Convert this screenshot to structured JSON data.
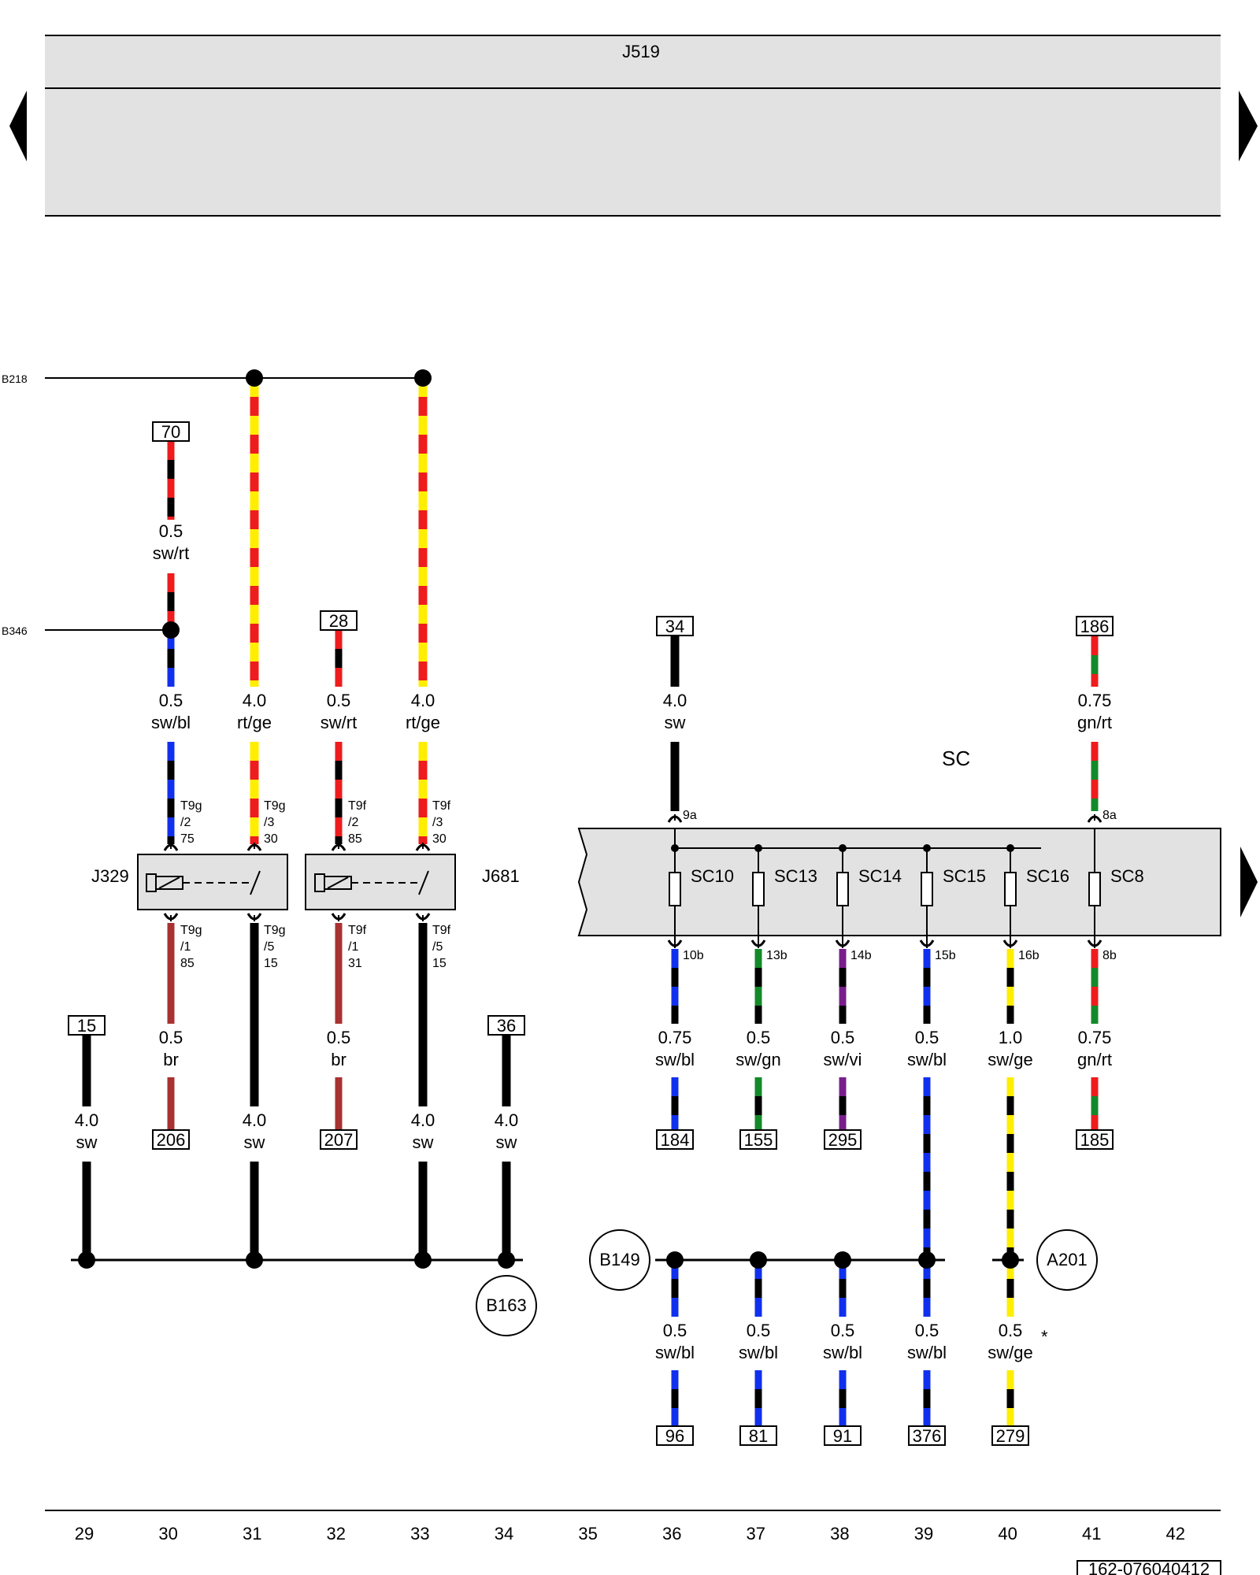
{
  "header": {
    "unit_label": "J519"
  },
  "left_refs": [
    "B218",
    "B346"
  ],
  "relays": [
    {
      "id": "J329",
      "top_pins": [
        {
          "pin": "T9g",
          "sub": "/2",
          "term": "75"
        },
        {
          "pin": "T9g",
          "sub": "/3",
          "term": "30"
        }
      ],
      "bottom_pins": [
        {
          "pin": "T9g",
          "sub": "/1",
          "term": "85"
        },
        {
          "pin": "T9g",
          "sub": "/5",
          "term": "15"
        }
      ]
    },
    {
      "id": "J681",
      "top_pins": [
        {
          "pin": "T9f",
          "sub": "/2",
          "term": "85"
        },
        {
          "pin": "T9f",
          "sub": "/3",
          "term": "30"
        }
      ],
      "bottom_pins": [
        {
          "pin": "T9f",
          "sub": "/1",
          "term": "31"
        },
        {
          "pin": "T9f",
          "sub": "/5",
          "term": "15"
        }
      ]
    }
  ],
  "fuse_box": {
    "label": "SC",
    "fuses": [
      "SC10",
      "SC13",
      "SC14",
      "SC15",
      "SC16",
      "SC8"
    ],
    "top_pins": [
      "9a",
      "8a"
    ],
    "bottom_pins": [
      "10b",
      "13b",
      "14b",
      "15b",
      "16b",
      "8b"
    ]
  },
  "boxes": [
    "70",
    "28",
    "34",
    "186",
    "15",
    "206",
    "207",
    "36",
    "184",
    "155",
    "295",
    "185",
    "96",
    "81",
    "91",
    "376",
    "279"
  ],
  "wire_labels": [
    {
      "size": "0.5",
      "color": "sw/rt"
    },
    {
      "size": "0.5",
      "color": "sw/bl"
    },
    {
      "size": "4.0",
      "color": "rt/ge"
    },
    {
      "size": "0.5",
      "color": "sw/rt"
    },
    {
      "size": "4.0",
      "color": "rt/ge"
    },
    {
      "size": "4.0",
      "color": "sw"
    },
    {
      "size": "0.75",
      "color": "gn/rt"
    },
    {
      "size": "0.5",
      "color": "br"
    },
    {
      "size": "0.5",
      "color": "br"
    },
    {
      "size": "4.0",
      "color": "sw"
    },
    {
      "size": "4.0",
      "color": "sw"
    },
    {
      "size": "4.0",
      "color": "sw"
    },
    {
      "size": "4.0",
      "color": "sw"
    },
    {
      "size": "0.75",
      "color": "sw/bl"
    },
    {
      "size": "0.5",
      "color": "sw/gn"
    },
    {
      "size": "0.5",
      "color": "sw/vi"
    },
    {
      "size": "0.5",
      "color": "sw/bl"
    },
    {
      "size": "1.0",
      "color": "sw/ge"
    },
    {
      "size": "0.75",
      "color": "gn/rt"
    },
    {
      "size": "0.5",
      "color": "sw/bl"
    },
    {
      "size": "0.5",
      "color": "sw/bl"
    },
    {
      "size": "0.5",
      "color": "sw/bl"
    },
    {
      "size": "0.5",
      "color": "sw/bl"
    },
    {
      "size": "0.5",
      "color": "sw/ge"
    }
  ],
  "ground_points": [
    "B163",
    "B149",
    "A201"
  ],
  "asterisk": "*",
  "grid_numbers": [
    "29",
    "30",
    "31",
    "32",
    "33",
    "34",
    "35",
    "36",
    "37",
    "38",
    "39",
    "40",
    "41",
    "42"
  ],
  "doc_number": "162-076040412",
  "wire_colors": {
    "sw": "#000000",
    "rt": "#ee1c1c",
    "ge": "#ffee00",
    "bl": "#1030ee",
    "gn": "#138a2a",
    "vi": "#7a1d8c",
    "br": "#a83232"
  }
}
